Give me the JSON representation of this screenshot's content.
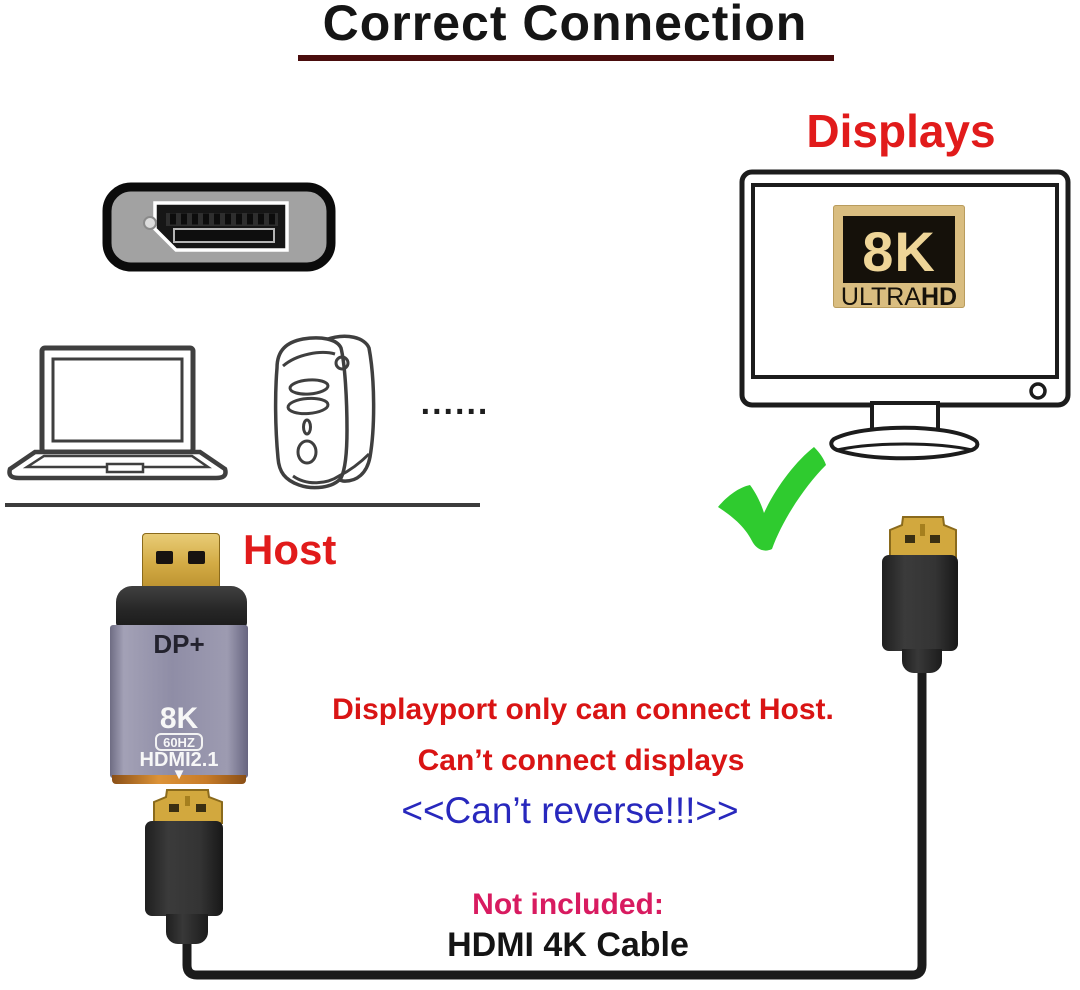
{
  "title": "Correct Connection",
  "labels": {
    "displays": "Displays",
    "host": "Host"
  },
  "monitor_logo": {
    "resolution": "8K",
    "ultra": "ULTRA",
    "hd": "HD"
  },
  "adapter": {
    "top_label": "DP+",
    "resolution": "8K",
    "refresh": "60HZ",
    "standard": "HDMI2.1",
    "arrow_down": "▼"
  },
  "ellipsis": "......",
  "warnings": {
    "line1": "Displayport only can connect Host.",
    "line2": "Can’t connect displays",
    "line3": "<<Can’t reverse!!!>>"
  },
  "footer": {
    "not_included": "Not included:",
    "cable_name": "HDMI 4K Cable"
  },
  "icons": {
    "checkmark-icon": "green check shape",
    "down-arrow-icon": "▼",
    "ellipsis-dots": "......"
  },
  "colors": {
    "title_text": "#151515",
    "title_underline": "#4a0d0d",
    "red_label": "#e11b1b",
    "warning_red": "#d91414",
    "warning_blue": "#2828bd",
    "not_included_pink": "#d81b60",
    "check_green": "#2fcb2f",
    "logo_gold": "#d9bd80",
    "adapter_purple": "#8f8da6",
    "connector_gold": "#d2a83e"
  }
}
